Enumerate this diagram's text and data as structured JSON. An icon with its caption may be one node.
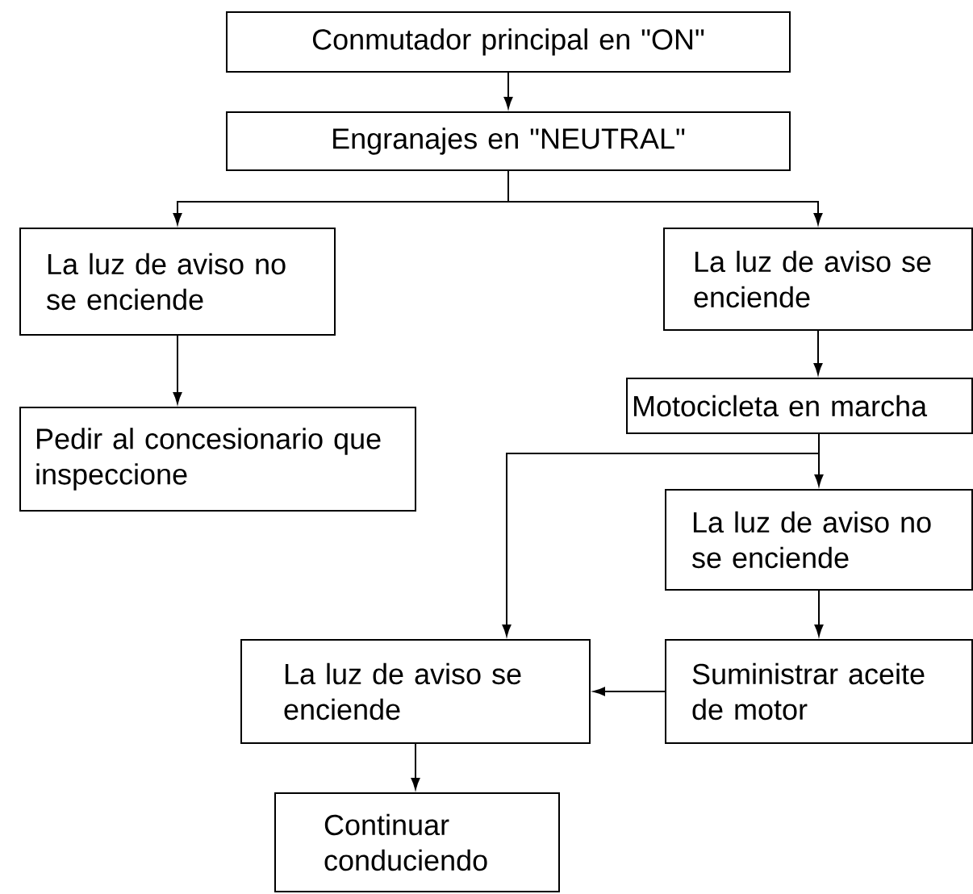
{
  "diagram": {
    "nodes": [
      {
        "text": [
          "Conmutador principal en \"ON\""
        ]
      },
      {
        "text": [
          "Engranajes en \"NEUTRAL\""
        ]
      },
      {
        "text": [
          "La luz de aviso no se enciende"
        ]
      },
      {
        "text": [
          "La luz de aviso se enciende"
        ]
      },
      {
        "text": [
          "Pedir al concesionario que inspeccione"
        ]
      },
      {
        "text": [
          "Motocicleta en marcha"
        ]
      },
      {
        "text": [
          "La luz de aviso no se enciende"
        ]
      },
      {
        "text": [
          "La luz de aviso se enciende"
        ]
      },
      {
        "text": [
          "Suministrar aceite de motor"
        ]
      },
      {
        "text": [
          "Continuar conduciendo"
        ]
      }
    ],
    "edges": [
      {
        "from": 0,
        "to": 1,
        "arrow": "to"
      },
      {
        "from": 1,
        "to": 2,
        "arrow": "to"
      },
      {
        "from": 1,
        "to": 3,
        "arrow": "to"
      },
      {
        "from": 2,
        "to": 4,
        "arrow": "to"
      },
      {
        "from": 3,
        "to": 5,
        "arrow": "to"
      },
      {
        "from": 5,
        "to": 6,
        "arrow": "to"
      },
      {
        "from": 5,
        "to": 7,
        "arrow": "to"
      },
      {
        "from": 6,
        "to": 8,
        "arrow": "to"
      },
      {
        "from": 8,
        "to": 7,
        "arrow": "to"
      },
      {
        "from": 7,
        "to": 9,
        "arrow": "to"
      }
    ]
  }
}
